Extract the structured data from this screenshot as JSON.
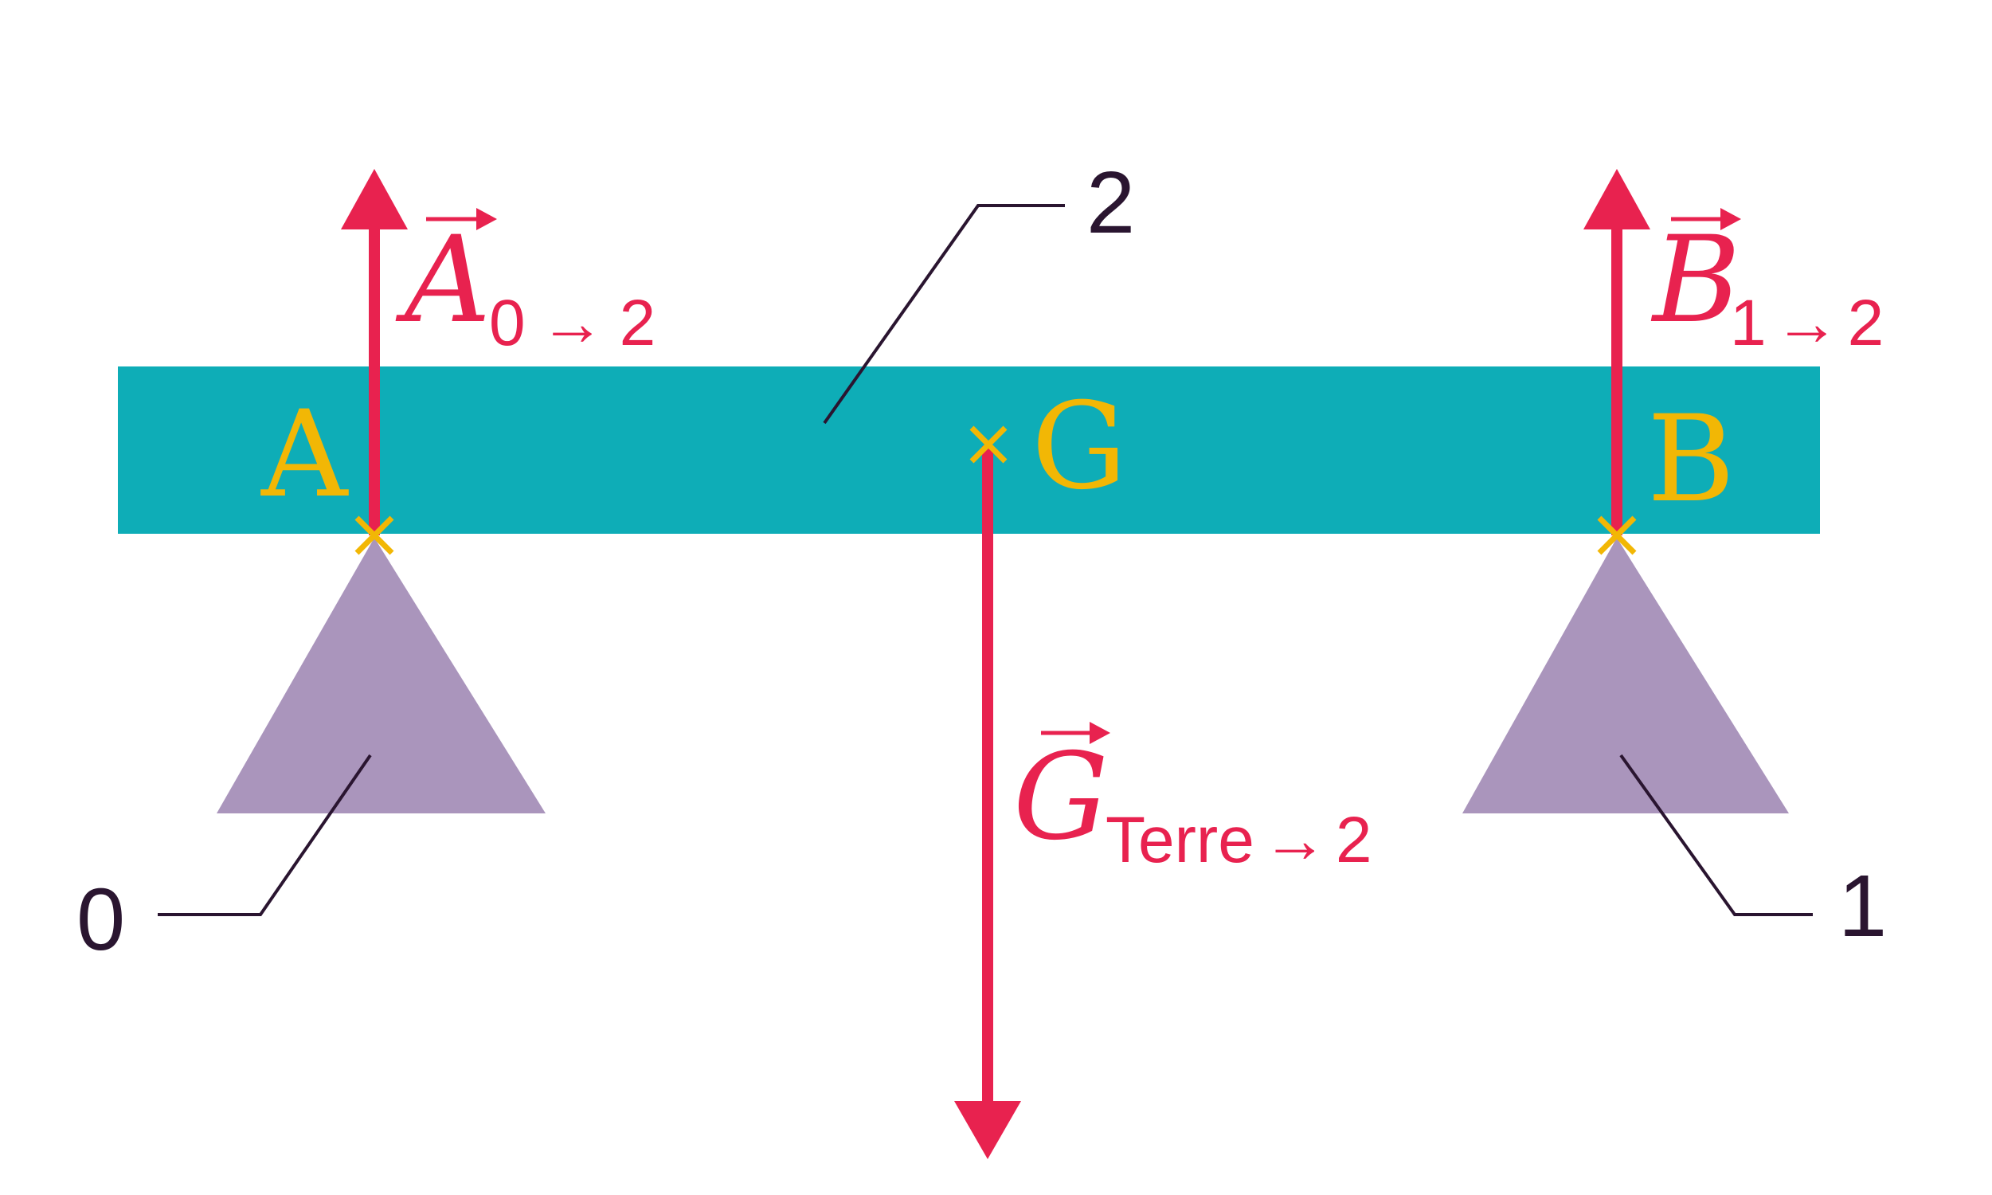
{
  "colors": {
    "beam": "#0EADB7",
    "support": "#AA95BC",
    "force": "#E8224F",
    "point": "#F2B705",
    "leader": "#2A1530"
  },
  "parts": {
    "beam": "2",
    "support_left": "0",
    "support_right": "1"
  },
  "points": {
    "a": "A",
    "g": "G",
    "b": "B"
  },
  "forces": {
    "a": {
      "letter": "A",
      "from": "0",
      "arrow": "→",
      "to": "2"
    },
    "b": {
      "letter": "B",
      "from": "1",
      "arrow": "→",
      "to": "2"
    },
    "g": {
      "letter": "G",
      "from": "Terre",
      "arrow": "→",
      "to": "2"
    }
  }
}
